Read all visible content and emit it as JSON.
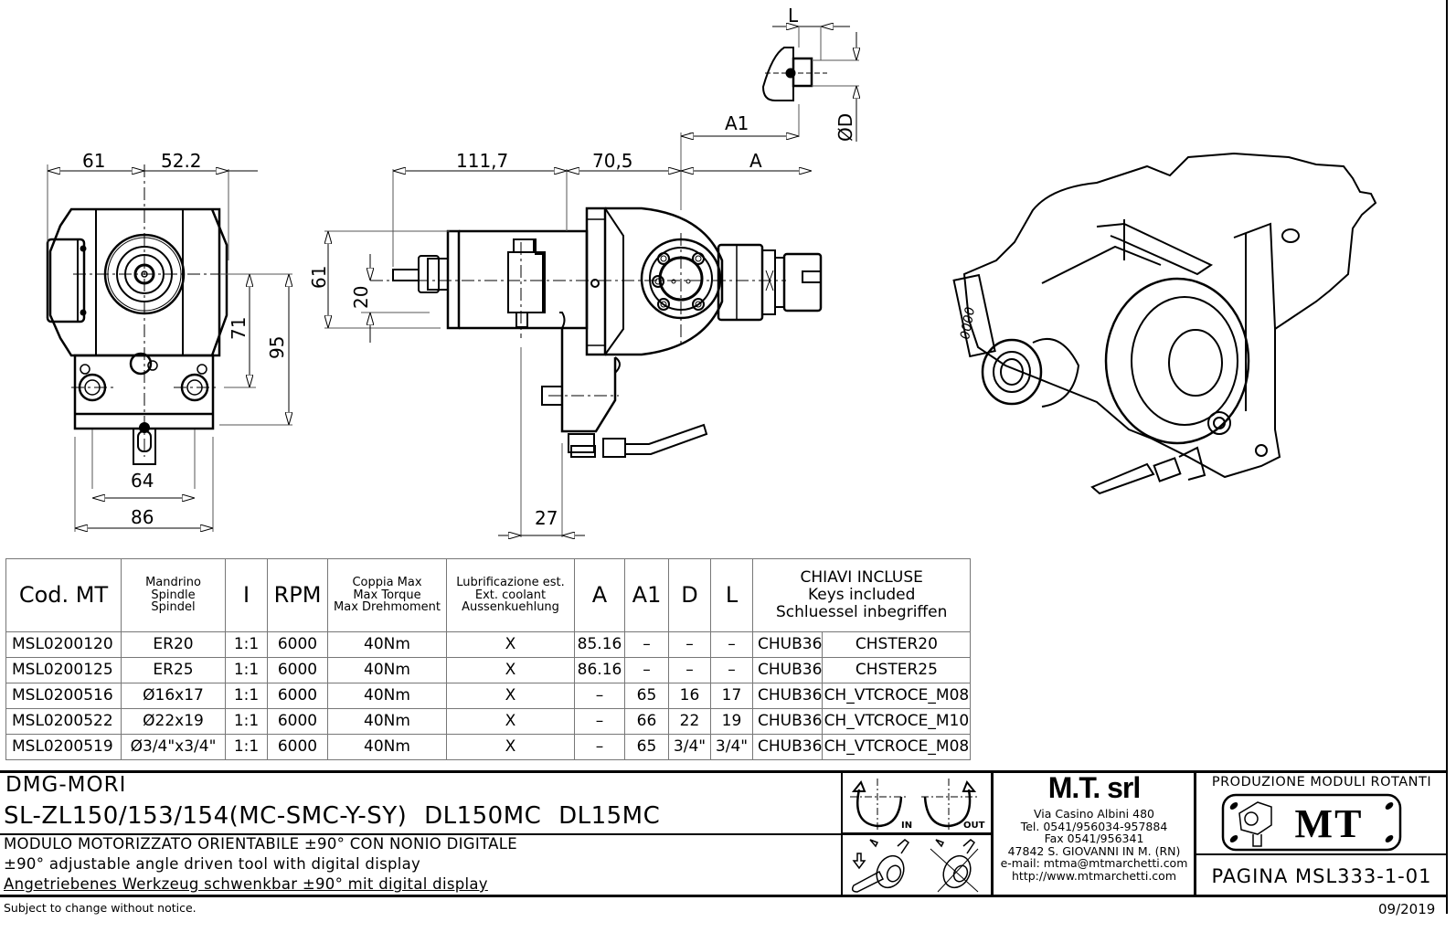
{
  "drawing": {
    "front_view": {
      "dims": {
        "top_left": "61",
        "top_right": "52.2",
        "height_71": "71",
        "height_95": "95",
        "width_64": "64",
        "width_86": "86"
      }
    },
    "side_view": {
      "dims": {
        "len_111_7": "111,7",
        "len_70_5": "70,5",
        "len_A": "A",
        "height_61": "61",
        "height_20": "20",
        "offset_27": "27"
      }
    },
    "key_detail": {
      "dims": {
        "L": "L",
        "A1": "A1",
        "D": "ØD"
      }
    }
  },
  "table": {
    "headers": {
      "cod": "Cod. MT",
      "spindle": [
        "Mandrino",
        "Spindle",
        "Spindel"
      ],
      "ratio": "I",
      "rpm": "RPM",
      "torque": [
        "Coppia Max",
        "Max Torque",
        "Max Drehmoment"
      ],
      "coolant": [
        "Lubrificazione est.",
        "Ext. coolant",
        "Aussenkuehlung"
      ],
      "a": "A",
      "a1": "A1",
      "d": "D",
      "l": "L",
      "keys": [
        "CHIAVI INCLUSE",
        "Keys included",
        "Schluessel inbegriffen"
      ]
    },
    "rows": [
      {
        "cod": "MSL0200120",
        "spindle": "ER20",
        "ratio": "1:1",
        "rpm": "6000",
        "torque": "40Nm",
        "coolant": "X",
        "a": "85.16",
        "a1": "–",
        "d": "–",
        "l": "–",
        "key1": "CHUB36",
        "key2": "CHSTER20"
      },
      {
        "cod": "MSL0200125",
        "spindle": "ER25",
        "ratio": "1:1",
        "rpm": "6000",
        "torque": "40Nm",
        "coolant": "X",
        "a": "86.16",
        "a1": "–",
        "d": "–",
        "l": "–",
        "key1": "CHUB36",
        "key2": "CHSTER25"
      },
      {
        "cod": "MSL0200516",
        "spindle": "Ø16x17",
        "ratio": "1:1",
        "rpm": "6000",
        "torque": "40Nm",
        "coolant": "X",
        "a": "–",
        "a1": "65",
        "d": "16",
        "l": "17",
        "key1": "CHUB36",
        "key2": "CH_VTCROCE_M08"
      },
      {
        "cod": "MSL0200522",
        "spindle": "Ø22x19",
        "ratio": "1:1",
        "rpm": "6000",
        "torque": "40Nm",
        "coolant": "X",
        "a": "–",
        "a1": "66",
        "d": "22",
        "l": "19",
        "key1": "CHUB36",
        "key2": "CH_VTCROCE_M10"
      },
      {
        "cod": "MSL0200519",
        "spindle": "Ø3/4\"x3/4\"",
        "ratio": "1:1",
        "rpm": "6000",
        "torque": "40Nm",
        "coolant": "X",
        "a": "–",
        "a1": "65",
        "d": "3/4\"",
        "l": "3/4\"",
        "key1": "CHUB36",
        "key2": "CH_VTCROCE_M08"
      }
    ]
  },
  "title_block": {
    "brand": "DMG-MORI",
    "models": "SL-ZL150/153/154(MC-SMC-Y-SY)  DL150MC  DL15MC",
    "desc_it": "MODULO MOTORIZZATO ORIENTABILE ±90° CON NONIO DIGITALE",
    "desc_en": "±90° adjustable angle driven tool with digital display",
    "desc_de": "Angetriebenes Werkzeug schwenkbar ±90° mit digital display",
    "rotation": {
      "in_label": "IN",
      "out_label": "OUT"
    },
    "company": {
      "name": "M.T. srl",
      "address": "Via Casino Albini 480",
      "tel": "Tel. 0541/956034-957884",
      "fax": "Fax 0541/956341",
      "city": "47842 S. GIOVANNI IN M. (RN)",
      "email": "e-mail: mtma@mtmarchetti.com",
      "web": "http://www.mtmarchetti.com"
    },
    "production": "PRODUZIONE MODULI ROTANTI",
    "logo_text": "MT",
    "page": "PAGINA MSL333-1-01"
  },
  "footer": {
    "notice": "Subject to change without notice.",
    "date": "09/2019"
  }
}
